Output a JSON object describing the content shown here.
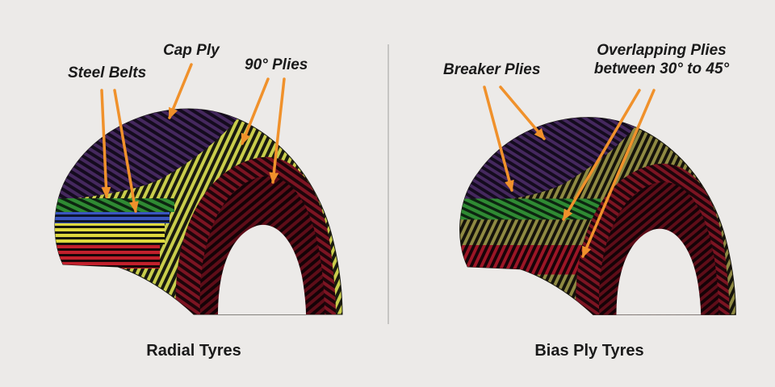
{
  "colors": {
    "background": "#eceae8",
    "arrow": "#f0912b",
    "divider": "#c6c5c3",
    "text": "#1a1a1a"
  },
  "left_panel": {
    "caption": "Radial Tyres",
    "labels": [
      {
        "id": "steel-belts",
        "text": "Steel Belts"
      },
      {
        "id": "cap-ply",
        "text": "Cap Ply"
      },
      {
        "id": "ninety-plies",
        "text": "90° Plies"
      }
    ],
    "layer_colors": {
      "cap_ply_purple": "#45285e",
      "plies_yellow_green": "#c9cd4b",
      "steel_belt_green": "#2f8a33",
      "steel_belt_blue": "#3a55c0",
      "bead_yellow": "#ded83e",
      "bead_red": "#c2202c",
      "inner_liner_maroon": "#7c1422"
    }
  },
  "right_panel": {
    "caption": "Bias Ply Tyres",
    "labels": [
      {
        "id": "breaker-plies",
        "text": "Breaker Plies"
      },
      {
        "id": "overlapping-plies",
        "text": "Overlapping Plies",
        "text2": "between 30° to 45°"
      }
    ],
    "layer_colors": {
      "top_purple": "#45285e",
      "breaker_green": "#2f8a33",
      "overlap_olive": "#8f8a42",
      "overlap_red": "#9c1626",
      "inner_liner_maroon": "#7c1422"
    }
  }
}
